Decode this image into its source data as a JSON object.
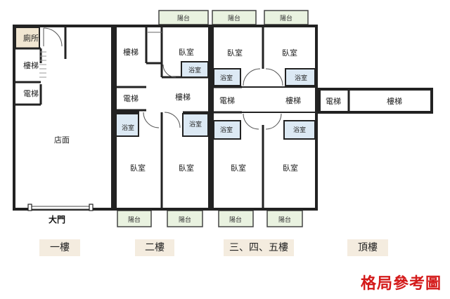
{
  "rooms": {
    "toilet": "廁所",
    "stairs": "樓梯",
    "elevator": "電梯",
    "shop": "店面",
    "bedroom": "臥室",
    "bathroom": "浴室",
    "balcony": "陽台"
  },
  "main_door": "大門",
  "floors": [
    "一樓",
    "二樓",
    "三、四、五樓",
    "頂樓"
  ],
  "title": "格局參考圖",
  "colors": {
    "wall": "#222222",
    "bathroom_fill": "#dce9f4",
    "balcony_fill": "#e9f2e0",
    "toilet_fill": "#f1e6d2",
    "tag_fill": "#f4ecdf",
    "title": "#d41a1a"
  }
}
